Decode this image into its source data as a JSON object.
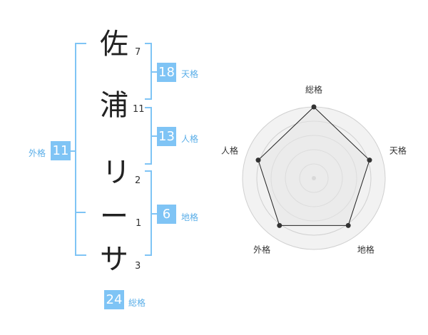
{
  "name_chars": [
    {
      "char": "佐",
      "strokes": "7"
    },
    {
      "char": "浦",
      "strokes": "11"
    },
    {
      "char": "リ",
      "strokes": "2"
    },
    {
      "char": "ー",
      "strokes": "1"
    },
    {
      "char": "サ",
      "strokes": "3"
    }
  ],
  "fortunes": {
    "tenkaku": {
      "value": "18",
      "label": "天格"
    },
    "jinkaku": {
      "value": "13",
      "label": "人格"
    },
    "chikaku": {
      "value": "6",
      "label": "地格"
    },
    "gaikaku": {
      "value": "11",
      "label": "外格"
    },
    "soukaku": {
      "value": "24",
      "label": "総格"
    }
  },
  "radar": {
    "axes": [
      "総格",
      "天格",
      "地格",
      "外格",
      "人格"
    ],
    "levels": 5,
    "values": [
      1.0,
      0.82,
      0.82,
      0.82,
      0.82
    ],
    "colors": {
      "fill": "#f2f2f2",
      "ring": "#d0d0d0",
      "line": "#222222",
      "point": "#333333"
    }
  },
  "colors": {
    "accent": "#7fc4f5",
    "bracket": "#7fc4f5"
  }
}
